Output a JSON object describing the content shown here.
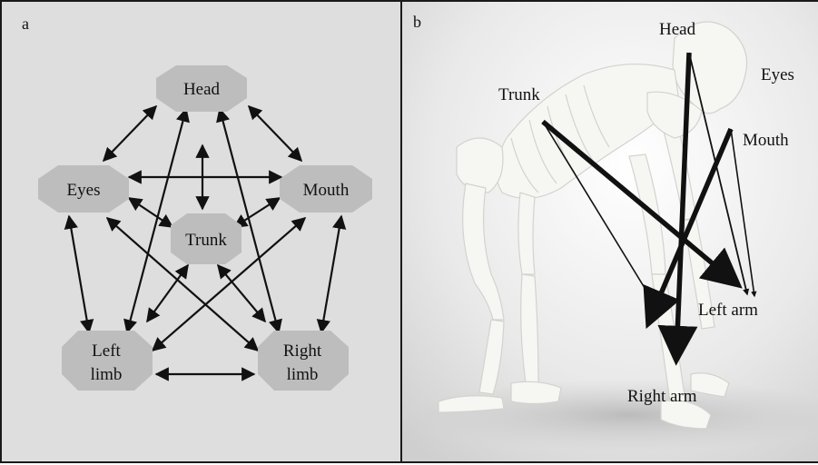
{
  "panel_a": {
    "label": "a",
    "nodes": {
      "head": "Head",
      "eyes": "Eyes",
      "mouth": "Mouth",
      "trunk": "Trunk",
      "left_limb": [
        "Left",
        "limb"
      ],
      "right_limb": [
        "Right",
        "limb"
      ]
    }
  },
  "panel_b": {
    "label": "b",
    "labels": {
      "head": "Head",
      "eyes": "Eyes",
      "trunk": "Trunk",
      "mouth": "Mouth",
      "left_arm": "Left arm",
      "right_arm": "Right arm"
    }
  },
  "colors": {
    "panel_a_bg": "#dedede",
    "node_fill": "#bdbdbd",
    "arrow": "#111111",
    "skeleton": "#f4f4f2"
  }
}
